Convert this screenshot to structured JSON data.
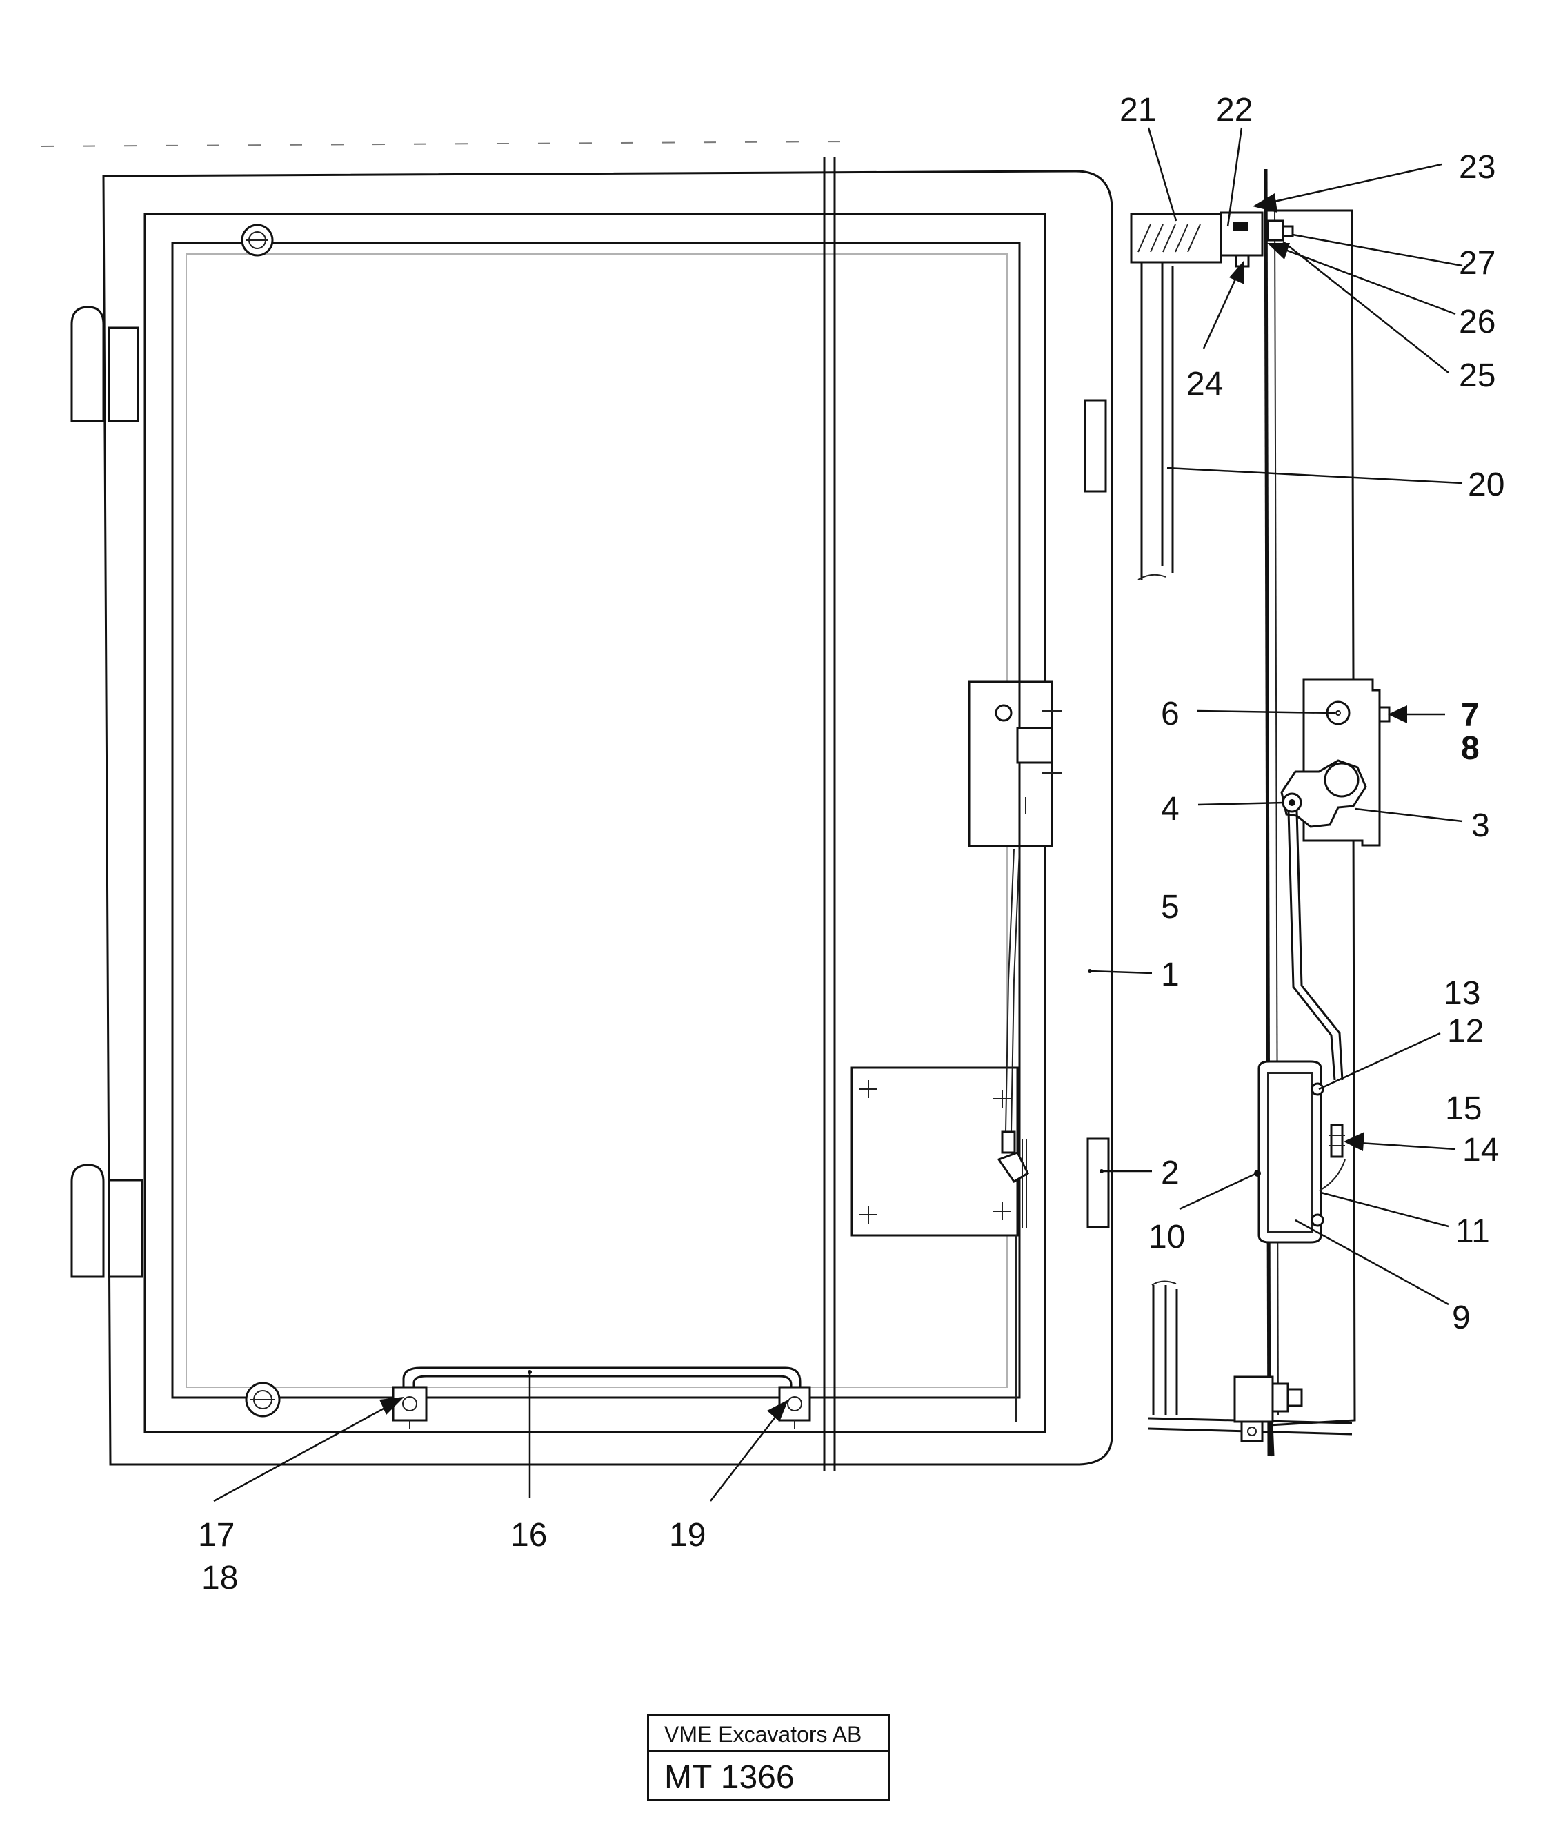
{
  "diagram": {
    "callouts": [
      {
        "id": "c1",
        "text": "1"
      },
      {
        "id": "c2",
        "text": "2"
      },
      {
        "id": "c3",
        "text": "3"
      },
      {
        "id": "c4",
        "text": "4"
      },
      {
        "id": "c5",
        "text": "5"
      },
      {
        "id": "c6",
        "text": "6"
      },
      {
        "id": "c7",
        "text": "7"
      },
      {
        "id": "c8",
        "text": "8"
      },
      {
        "id": "c9",
        "text": "9"
      },
      {
        "id": "c10",
        "text": "10"
      },
      {
        "id": "c11",
        "text": "11"
      },
      {
        "id": "c12",
        "text": "12"
      },
      {
        "id": "c13",
        "text": "13"
      },
      {
        "id": "c14",
        "text": "14"
      },
      {
        "id": "c15",
        "text": "15"
      },
      {
        "id": "c16",
        "text": "16"
      },
      {
        "id": "c17",
        "text": "17"
      },
      {
        "id": "c18",
        "text": "18"
      },
      {
        "id": "c19",
        "text": "19"
      },
      {
        "id": "c20",
        "text": "20"
      },
      {
        "id": "c21",
        "text": "21"
      },
      {
        "id": "c22",
        "text": "22"
      },
      {
        "id": "c23",
        "text": "23"
      },
      {
        "id": "c24",
        "text": "24"
      },
      {
        "id": "c25",
        "text": "25"
      },
      {
        "id": "c26",
        "text": "26"
      },
      {
        "id": "c27",
        "text": "27"
      }
    ]
  },
  "title_block": {
    "company": "VME Excavators AB",
    "drawing_number": "MT 1366"
  }
}
